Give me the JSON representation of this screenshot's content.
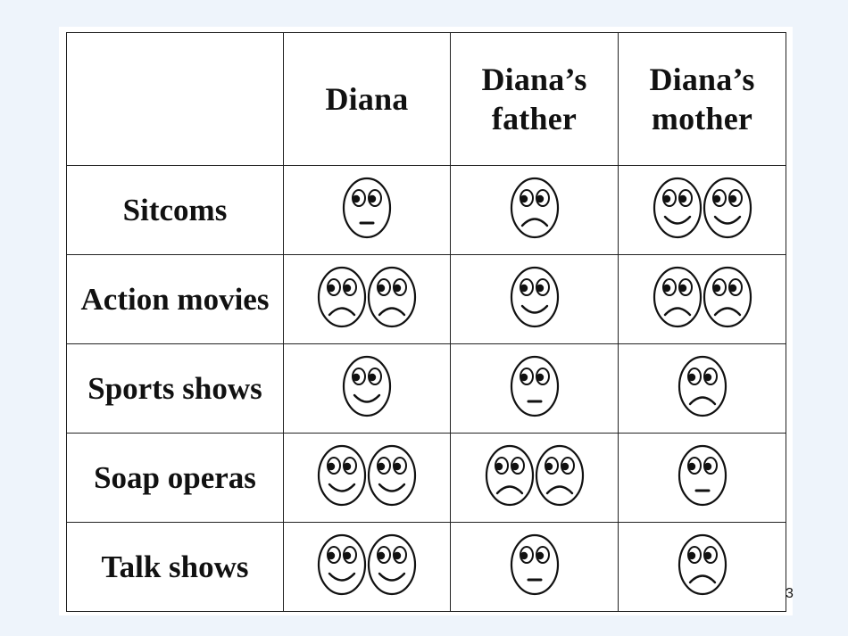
{
  "table": {
    "columns": [
      "",
      "Diana",
      "Diana’s father",
      "Diana’s mother"
    ],
    "rows": [
      {
        "label": "Sitcoms",
        "cells": [
          [
            "neutral"
          ],
          [
            "sad"
          ],
          [
            "happy",
            "happy"
          ]
        ]
      },
      {
        "label": "Action movies",
        "cells": [
          [
            "sad",
            "sad"
          ],
          [
            "happy"
          ],
          [
            "sad",
            "sad"
          ]
        ]
      },
      {
        "label": "Sports shows",
        "cells": [
          [
            "happy"
          ],
          [
            "neutral"
          ],
          [
            "sad"
          ]
        ]
      },
      {
        "label": "Soap operas",
        "cells": [
          [
            "happy",
            "happy"
          ],
          [
            "sad",
            "sad"
          ],
          [
            "neutral"
          ]
        ]
      },
      {
        "label": "Talk shows",
        "cells": [
          [
            "happy",
            "happy"
          ],
          [
            "neutral"
          ],
          [
            "sad"
          ]
        ]
      }
    ]
  },
  "icons": {
    "happy": "smiley-face-icon",
    "neutral": "neutral-face-icon",
    "sad": "frowning-face-icon"
  },
  "page_number": "3"
}
